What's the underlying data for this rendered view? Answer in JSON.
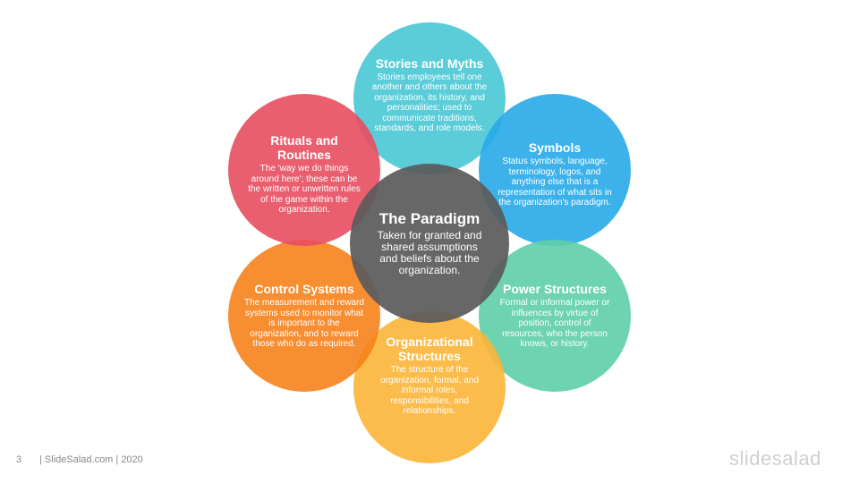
{
  "center": {
    "title": "The Paradigm",
    "text": "Taken for granted and shared assumptions and beliefs about the organization."
  },
  "circles": {
    "stories": {
      "title": "Stories and Myths",
      "text": "Stories employees tell one another and others about the organization, its history, and personalities; used to communicate traditions, standards, and role models.",
      "color": "#49C8D4"
    },
    "symbols": {
      "title": "Symbols",
      "text": "Status symbols, language, terminology, logos, and anything else that is a representation of what sits in the organization's paradigm.",
      "color": "#28AAE8"
    },
    "power": {
      "title": "Power Structures",
      "text": "Formal or informal power or influences by virtue of position, control of resources, who the person knows, or history.",
      "color": "#5ECEA8"
    },
    "org": {
      "title": "Organizational Structures",
      "text": "The structure of the organization, formal, and informal roles, responsibilities, and relationships.",
      "color": "#FBB537"
    },
    "control": {
      "title": "Control Systems",
      "text": "The measurement and reward systems used to monitor what is important to the organization, and to reward those who do as required.",
      "color": "#F6821C"
    },
    "rituals": {
      "title": "Rituals and Routines",
      "text": "The 'way we do things around here'; these can be the written or unwritten rules of the game within the organization.",
      "color": "#E74E60"
    }
  },
  "footer": {
    "page_number": "3",
    "text": "| SlideSalad.com | 2020",
    "logo": "slidesalad"
  }
}
